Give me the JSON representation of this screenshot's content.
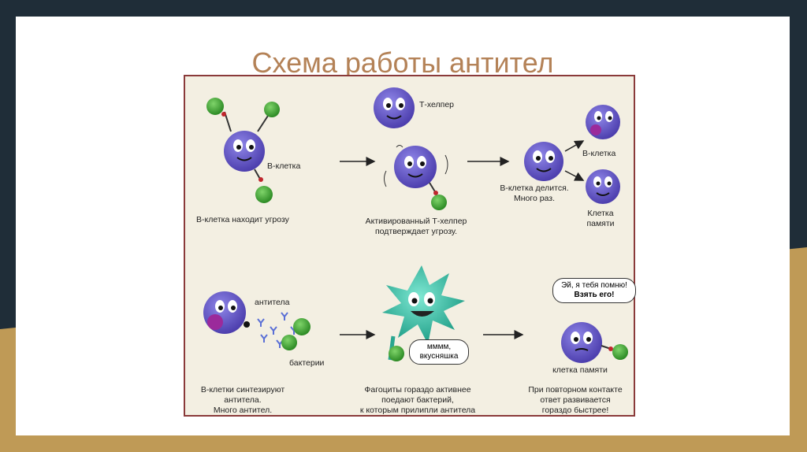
{
  "slide": {
    "title": "Схема работы антител"
  },
  "diagram": {
    "labels": {
      "b_cell": "В-клетка",
      "b_cell_finds_threat": "В-клетка находит угрозу",
      "t_helper": "Т-хелпер",
      "activated_t_helper_1": "Активированный Т-хелпер",
      "activated_t_helper_2": "подтверждает угрозу.",
      "b_cell_divides_1": "В-клетка делится.",
      "b_cell_divides_2": "Много раз.",
      "b_cell_right": "В-клетка",
      "memory_cell_1": "Клетка",
      "memory_cell_2": "памяти",
      "antibodies": "антитела",
      "bacteria": "бактерии",
      "b_cells_synth_1": "В-клетки синтезируют",
      "b_cells_synth_2": "антитела.",
      "b_cells_synth_3": "Много антител.",
      "phagocytes_1": "Фагоциты гораздо активнее",
      "phagocytes_2": "поедают бактерий,",
      "phagocytes_3": "к которым прилипли антитела",
      "memory_cell_bottom": "клетка памяти",
      "repeat_1": "При повторном контакте",
      "repeat_2": "ответ развивается",
      "repeat_3": "гораздо быстрее!"
    },
    "bubbles": {
      "yummy_1": "мммм,",
      "yummy_2": "вкусняшка",
      "remember_1": "Эй, я тебя помню!",
      "remember_2": "Взять его!"
    },
    "colors": {
      "cell": "#6a5acd",
      "bacteria": "#3fa535",
      "phagocyte": "#2fb7a0",
      "border": "#8a3a3a"
    }
  }
}
